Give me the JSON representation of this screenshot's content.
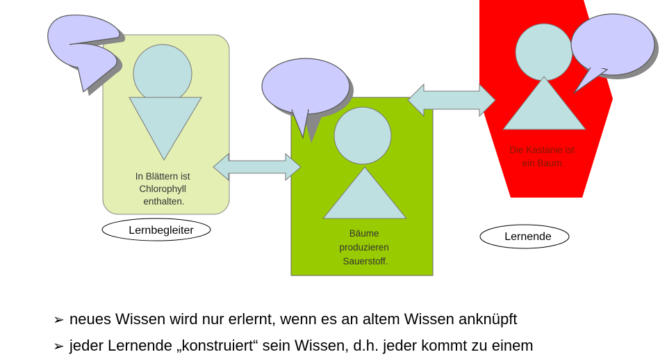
{
  "diagram": {
    "mentor": {
      "text_lines": [
        "In Blättern ist",
        "Chlorophyll",
        "enthalten."
      ],
      "role_label": "Lernbegleiter",
      "fill": "#e3efb3"
    },
    "learner_center": {
      "text_lines": [
        "Bäume",
        "produzieren",
        "Sauerstoff."
      ],
      "fill": "#99cc00"
    },
    "learner_right": {
      "text_lines": [
        "Die Kastanie ist",
        "ein Baum."
      ],
      "role_label": "Lernende",
      "fill": "#ff0000"
    },
    "colors": {
      "figure": "#bfe0e0",
      "bubble": "#ccccff",
      "arrow": "#bfe0e0",
      "shadow": "#888888"
    }
  },
  "bullets": [
    "neues Wissen wird nur erlernt, wenn es an altem Wissen anknüpft",
    "jeder Lernende „konstruiert“ sein Wissen, d.h. jeder kommt zu einem"
  ],
  "bullet_icon": "arrowhead-bullet-icon"
}
